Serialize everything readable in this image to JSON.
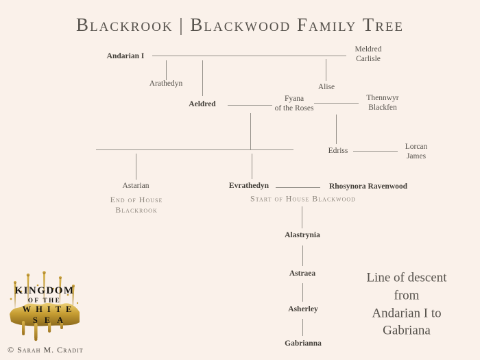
{
  "title": "Blackrook | Blackwood Family Tree",
  "tree": {
    "andarian": {
      "name": "Andarian I"
    },
    "meldred": {
      "name": "Meldred",
      "name2": "Carlisle"
    },
    "arathedyn": {
      "name": "Arathedyn"
    },
    "alise": {
      "name": "Alise"
    },
    "aeldred": {
      "name": "Aeldred"
    },
    "fyana": {
      "name": "Fyana",
      "name2": "of the Roses"
    },
    "thennwyr": {
      "name": "Thennwyr",
      "name2": "Blackfen"
    },
    "edriss": {
      "name": "Edriss"
    },
    "lorcan": {
      "name": "Lorcan",
      "name2": "James"
    },
    "astarian": {
      "name": "Astarian"
    },
    "evrathedyn": {
      "name": "Evrathedyn"
    },
    "rhosynora": {
      "name": "Rhosynora Ravenwood"
    },
    "alastrynia": {
      "name": "Alastrynia"
    },
    "astraea": {
      "name": "Astraea"
    },
    "asherley": {
      "name": "Asherley"
    },
    "gabrianna": {
      "name": "Gabrianna"
    }
  },
  "annotations": {
    "end_blackrook": {
      "line1": "End of House",
      "line2": "Blackrook"
    },
    "start_blackwood": "Start of House Blackwood"
  },
  "note": {
    "lines": [
      "Line of descent",
      "from",
      "Andarian I to",
      "Gabriana"
    ]
  },
  "logo": {
    "lines": [
      "KINGDOM",
      "OF THE",
      "WHITE",
      "SEA"
    ]
  },
  "copyright": "© Sarah M. Cradit",
  "colors": {
    "background": "#faf1ea",
    "text": "#54504a",
    "bold_text": "#44403a",
    "connector": "#938f88",
    "annotation": "#8d867d",
    "gold": "#c9a02f"
  }
}
